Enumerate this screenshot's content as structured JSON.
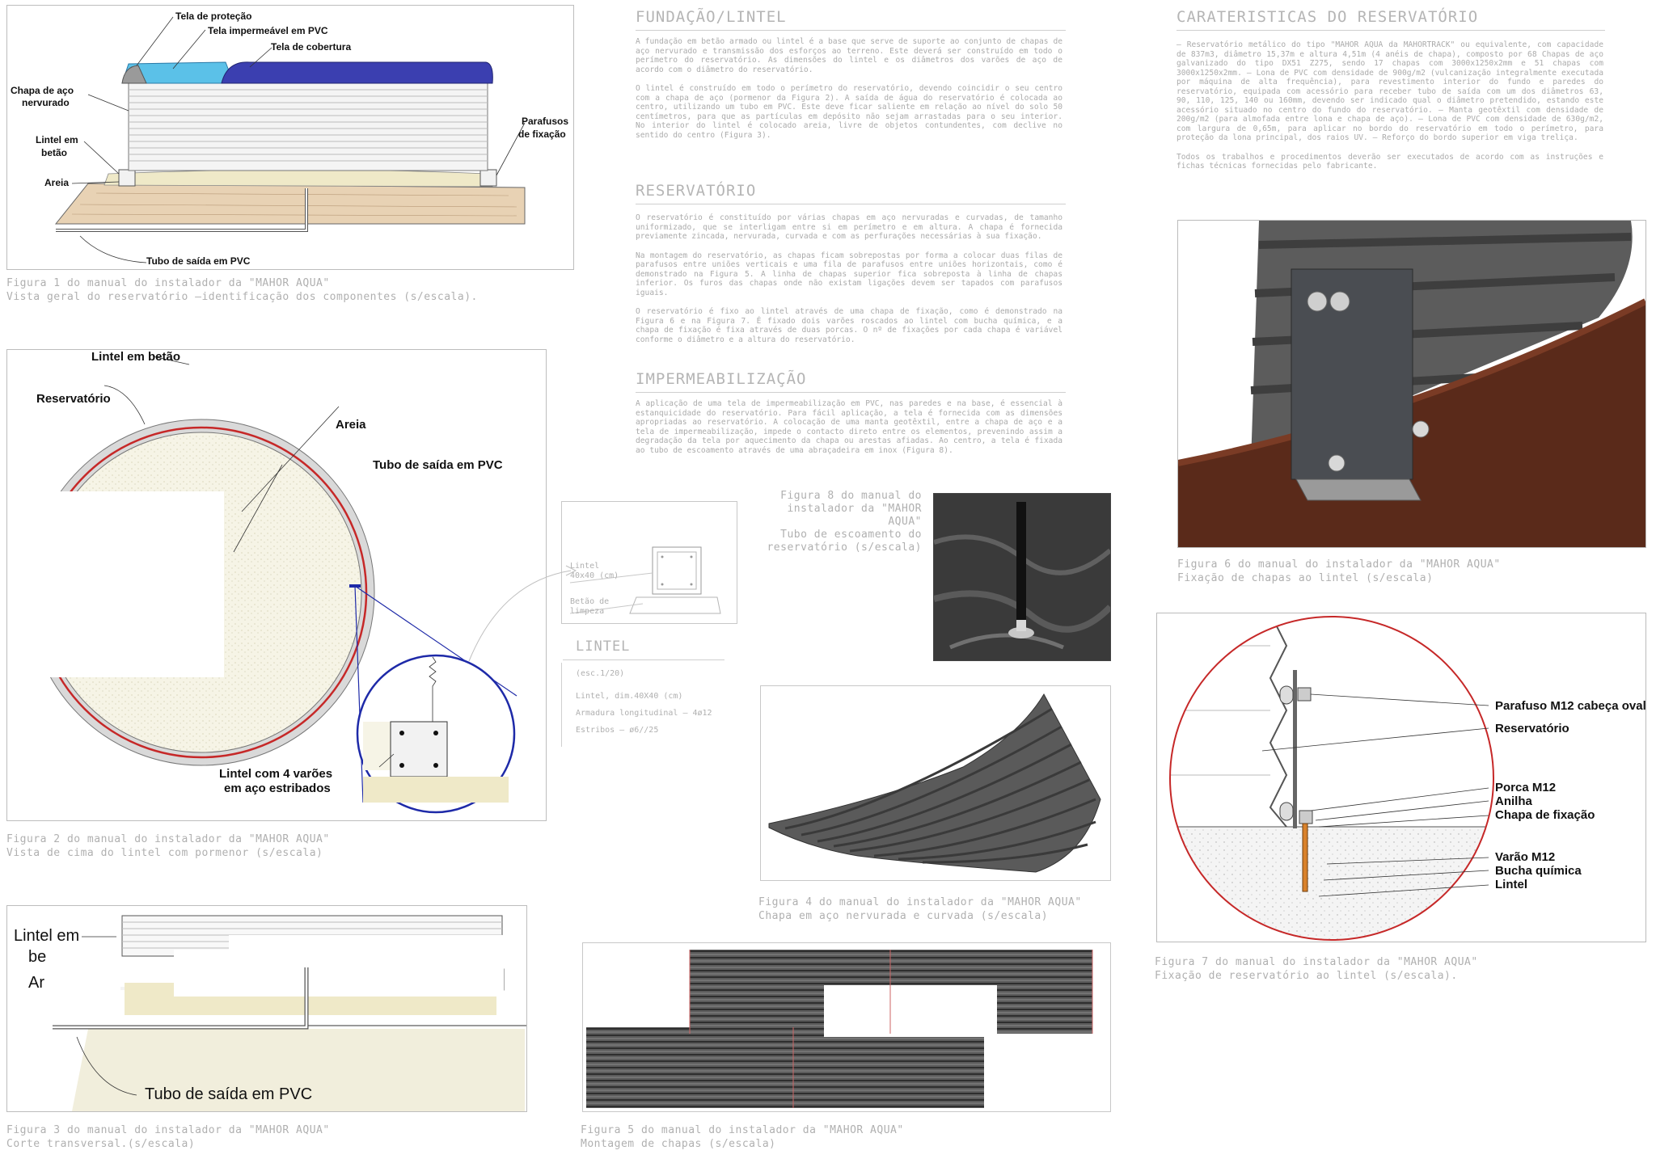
{
  "fundacao": {
    "title": "FUNDAÇÃO/LINTEL",
    "paragraphs": [
      "A fundação em betão armado ou lintel é a base que serve de suporte ao conjunto de chapas de aço nervurado e transmissão dos esforços ao terreno. Este deverá ser construído em todo o perímetro do reservatório. As dimensões do lintel e os diâmetros dos varões de aço de acordo com o diâmetro do reservatório.",
      "O lintel é construído em todo o perímetro do reservatório, devendo coincidir o seu centro com a chapa de aço (pormenor da Figura 2). A saída de água do reservatório é colocada ao centro, utilizando um tubo em PVC. Este deve ficar saliente em relação ao nível do solo 50 centímetros, para que as partículas em depósito não sejam arrastadas para o seu interior. No interior do lintel é colocado areia, livre de objetos contundentes, com declive no sentido do centro (Figura 3)."
    ]
  },
  "reservatorio": {
    "title": "RESERVATÓRIO",
    "paragraphs": [
      "O reservatório é constituído por várias chapas em aço nervuradas e curvadas, de tamanho uniformizado, que se interligam entre si em perímetro e em altura. A chapa é fornecida previamente zincada, nervurada, curvada e com as perfurações necessárias à sua fixação.",
      "Na montagem do reservatório, as chapas ficam sobrepostas por forma a colocar duas filas de parafusos entre uniões verticais e uma fila de parafusos entre uniões horizontais, como é demonstrado na Figura 5. A linha de chapas superior fica sobreposta à linha de chapas inferior. Os furos das chapas onde não existam ligações devem ser tapados com parafusos iguais.",
      "O reservatório é fixo ao lintel através de uma chapa de fixação, como é demonstrado na Figura 6 e na Figura 7. É fixado dois varões roscados ao lintel com bucha química, e a chapa de fixação é fixa através de duas porcas. O nº de fixações por cada chapa é variável conforme o diâmetro e a altura do reservatório."
    ]
  },
  "impermeabilizacao": {
    "title": "IMPERMEABILIZAÇÃO",
    "paragraphs": [
      "A aplicação de uma tela de impermeabilização em PVC, nas paredes e na base, é essencial à estanquicidade do reservatório. Para fácil aplicação, a tela é fornecida com as dimensões apropriadas ao reservatório. A colocação de uma manta geotêxtil, entre a chapa de aço e a tela de impermeabilização, impede o contacto direto entre os elementos, prevenindo assim a degradação da tela por aquecimento da chapa ou arestas afiadas. Ao centro, a tela é fixada ao tubo de escoamento através de uma abraçadeira em inox (Figura 8)."
    ]
  },
  "caracteristicas": {
    "title": "CARATERISTICAS DO RESERVATÓRIO",
    "paragraphs": [
      "– Reservatório metálico do tipo \"MAHOR AQUA da MAHORTRACK\" ou equivalente, com capacidade de 837m3, diâmetro 15,37m e altura 4,51m (4 anéis de chapa), composto por 68 Chapas de aço galvanizado do tipo DX51 Z275, sendo 17 chapas com 3000x1250x2mm e 51 chapas com 3000x1250x2mm. – Lona de PVC com densidade de 900g/m2 (vulcanização integralmente executada por máquina de alta frequência), para revestimento interior do fundo e paredes do reservatório, equipada com acessório para receber tubo de saída com um dos diâmetros 63, 90, 110, 125, 140 ou 160mm, devendo ser indicado qual o diâmetro pretendido, estando este acessório situado no centro do fundo do reservatório. – Manta geotêxtil com densidade de 200g/m2 (para almofada entre lona e chapa de aço). – Lona de PVC com densidade de 630g/m2, com largura de 0,65m, para aplicar no bordo do reservatório em todo o perímetro, para proteção da lona principal, dos raios UV. – Reforço do bordo superior em viga treliça.",
      "Todos os trabalhos e procedimentos deverão ser executados de acordo com as instruções e fichas técnicas fornecidas pelo fabricante."
    ]
  },
  "fig1": {
    "labels": {
      "tela_protecao": "Tela de proteção",
      "tela_pvc": "Tela impermeável em PVC",
      "tela_cobertura": "Tela de cobertura",
      "chapa_1": "Chapa de aço",
      "chapa_2": "nervurado",
      "parafusos_1": "Parafusos",
      "parafusos_2": "de fixação",
      "lintel_1": "Lintel em",
      "lintel_2": "betão",
      "areia": "Areia",
      "tubo": "Tubo de saída em PVC"
    },
    "caption_1": "Figura 1 do manual do instalador da \"MAHOR AQUA\"",
    "caption_2": "Vista geral do reservatório –identificação dos componentes (s/escala)."
  },
  "fig2": {
    "labels": {
      "lintel": "Lintel em betão",
      "reservatorio": "Reservatório",
      "areia": "Areia",
      "tubo": "Tubo de saída em PVC",
      "detalhe_1": "Lintel com 4 varões",
      "detalhe_2": "em aço estribados"
    },
    "caption_1": "Figura 2 do manual do instalador da \"MAHOR AQUA\"",
    "caption_2": "Vista de cima do lintel com pormenor (s/escala)"
  },
  "fig3": {
    "labels": {
      "lintel_1": "Lintel em",
      "lintel_2": "be",
      "areia": "Ar",
      "tubo": "Tubo de saída em PVC"
    },
    "caption_1": "Figura 3 do manual do instalador da \"MAHOR AQUA\"",
    "caption_2": "Corte transversal.(s/escala)"
  },
  "lintel_detail": {
    "label_lintel_1": "Lintel",
    "label_lintel_2": "40x40 (cm)",
    "label_betao_1": "Betão de",
    "label_betao_2": "limpeza",
    "title": "LINTEL",
    "specs": [
      "(esc.1/20)",
      "Lintel, dim.40X40 (cm)",
      "Armadura longitudinal – 4ø12",
      "Estribos – ø6//25"
    ]
  },
  "fig8": {
    "caption": [
      "Figura 8  do manual do",
      "instalador da \"MAHOR AQUA\"",
      "Tubo de escoamento do",
      "reservatório (s/escala)"
    ]
  },
  "fig4": {
    "caption_1": "Figura 4   do manual do instalador da \"MAHOR AQUA\"",
    "caption_2": "Chapa em aço nervurada e curvada (s/escala)"
  },
  "fig5": {
    "caption_1": "Figura 5   do manual do instalador da \"MAHOR AQUA\"",
    "caption_2": "Montagem de chapas  (s/escala)"
  },
  "fig6": {
    "caption_1": "Figura 6 do manual do instalador da \"MAHOR AQUA\"",
    "caption_2": "Fixação de chapas ao lintel (s/escala)"
  },
  "fig7": {
    "labels": {
      "parafuso": "Parafuso M12 cabeça oval",
      "reservatorio": "Reservatório",
      "porca": "Porca M12",
      "anilha": "Anilha",
      "chapa": "Chapa de fixação",
      "varao": "Varão M12",
      "bucha": "Bucha química",
      "lintel": "Lintel"
    },
    "caption_1": "Figura 7 do manual do instalador da \"MAHOR AQUA\"",
    "caption_2": "Fixação de reservatório ao lintel (s/escala)."
  },
  "colors": {
    "tela_cobertura": "#3b3fb0",
    "tela_pvc": "#5bc1e8",
    "areia": "#efe9c8",
    "terreno": "#e8d2b4",
    "red_outline": "#c62828",
    "blue_outline": "#1e2aa8",
    "steel_dark": "#4a4a4a",
    "soil_brown": "#5a2a1a"
  }
}
